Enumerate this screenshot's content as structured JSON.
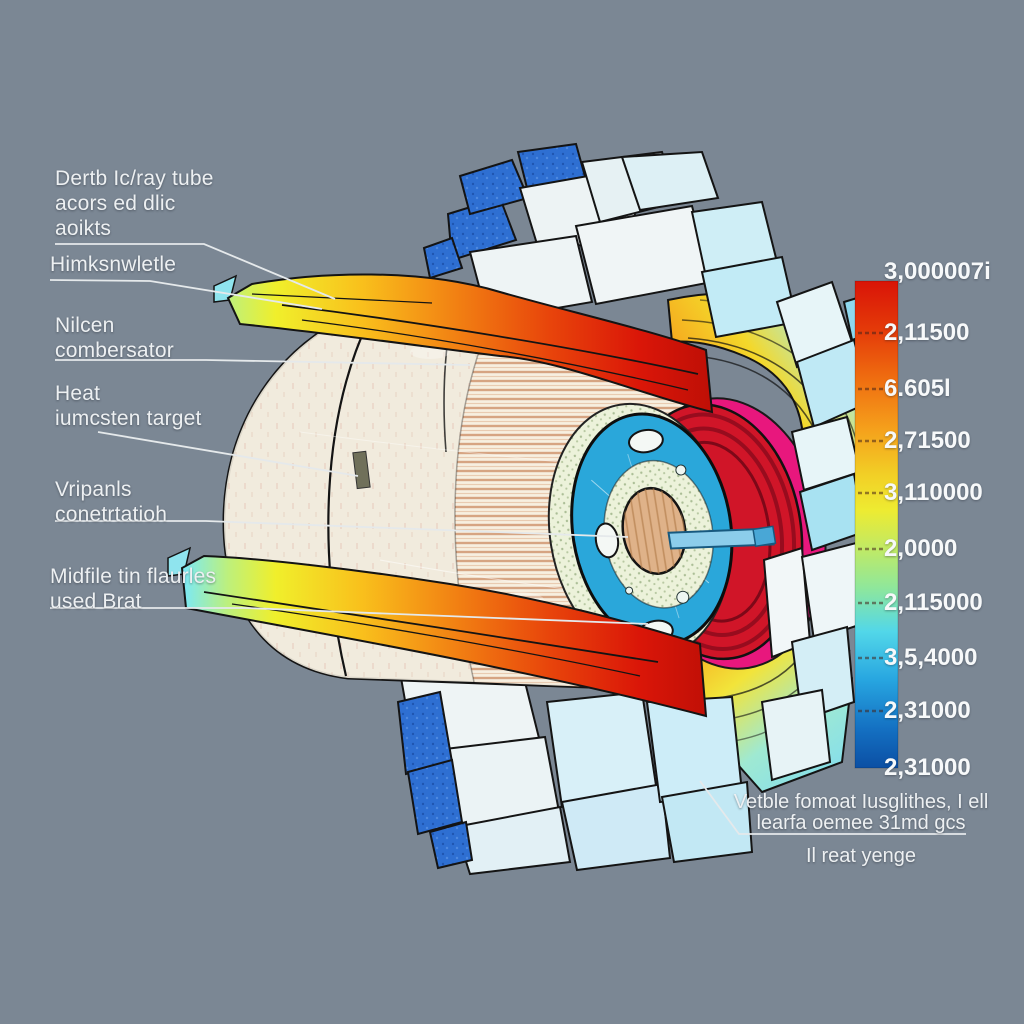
{
  "scene": {
    "background_color": "#7b8794"
  },
  "annotations": {
    "left_labels": [
      {
        "lines": [
          "Dertb Ic/ray tube",
          "acors ed dlic",
          "aoikts"
        ]
      },
      {
        "lines": [
          "Himksnwletle"
        ]
      },
      {
        "lines": [
          "Nilcen",
          "combersator"
        ]
      },
      {
        "lines": [
          "Heat",
          "iumcsten target"
        ]
      },
      {
        "lines": [
          "Vripanls",
          "conetrtatioh"
        ]
      },
      {
        "lines": [
          "Midfile tin flaurles",
          "used Brat"
        ]
      }
    ],
    "bottom_right_note": {
      "lines": [
        "Vetble fomoat Iusglithes, I ell",
        "learfa oemee 31md gcs"
      ],
      "caption": "Il reat yenge"
    }
  },
  "colorbar": {
    "values": [
      "3,000007i",
      "2,11500",
      "6.605l",
      "2,71500",
      "3,110000",
      "2,0000",
      "2,115000",
      "3,5,4000",
      "2,31000",
      "2,31000"
    ],
    "gradient_top_to_bottom": [
      "#d91407",
      "#ef6d10",
      "#f59e1b",
      "#f2d026",
      "#c0ea65",
      "#8fe79b",
      "#52d7e9",
      "#27a5e0",
      "#0b4fa4"
    ]
  }
}
